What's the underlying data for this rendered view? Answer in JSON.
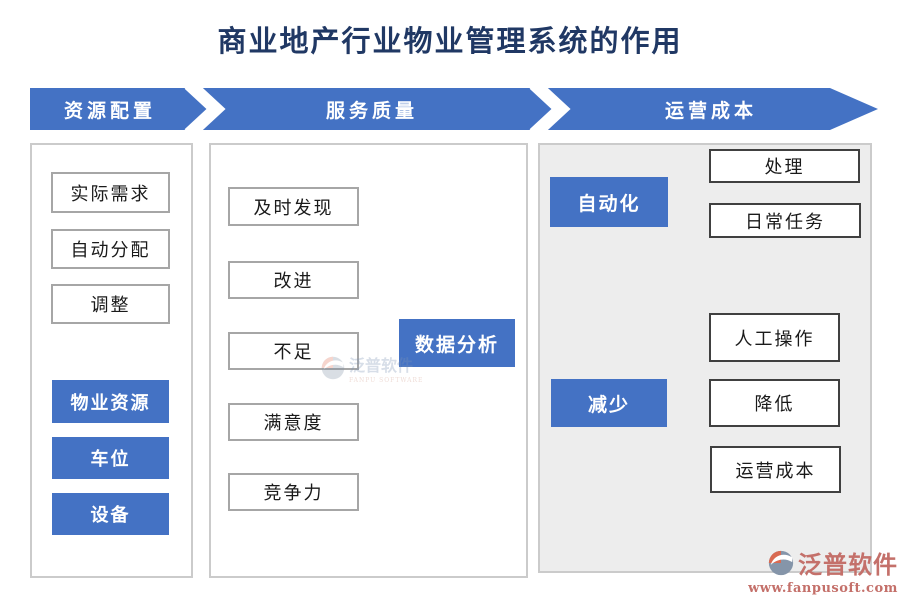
{
  "title": "商业地产行业物业管理系统的作用",
  "banner": {
    "sections": [
      "资源配置",
      "服务质量",
      "运营成本"
    ]
  },
  "columns": {
    "resource": {
      "plain_boxes": [
        "实际需求",
        "自动分配",
        "调整"
      ],
      "blue_boxes": [
        "物业资源",
        "车位",
        "设备"
      ]
    },
    "service": {
      "factor_boxes": [
        "及时发现",
        "改进",
        "不足",
        "满意度",
        "竞争力"
      ],
      "result_box": "数据分析"
    },
    "cost": {
      "group1": {
        "source": "自动化",
        "targets": [
          "处理",
          "日常任务"
        ]
      },
      "group2": {
        "source": "减少",
        "targets": [
          "人工操作",
          "降低",
          "运营成本"
        ]
      }
    }
  },
  "watermark": {
    "brand": "泛普软件",
    "brand_sub": "FANPU SOFTWARE",
    "url": "www.fanpusoft.com"
  },
  "colors": {
    "accent_blue": "#4472c4",
    "title_navy": "#203864",
    "panel_gray_bg": "#ededed",
    "connector_gray": "#adadad",
    "box_border_gray": "#a6a6a6",
    "box_border_dark": "#404040",
    "watermark_red": "#c4706a",
    "down_arrow_gray": "#7f7f7f"
  }
}
